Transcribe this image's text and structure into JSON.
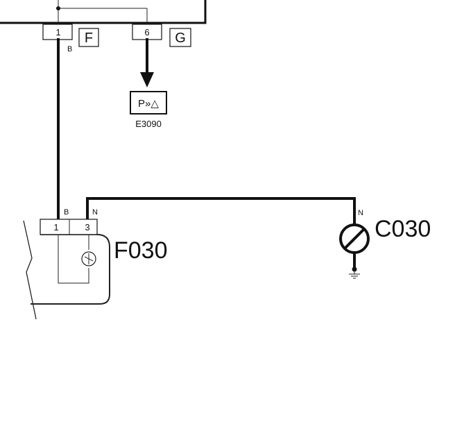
{
  "diagram": {
    "upper_unit": {
      "pins": [
        {
          "number": "1",
          "connector": "F",
          "wire_color": "B"
        },
        {
          "number": "6",
          "connector": "G"
        }
      ]
    },
    "indicator": {
      "symbol": "P»△",
      "ref": "E3090"
    },
    "switch": {
      "ref": "F030",
      "pins": [
        {
          "number": "1",
          "wire_color": "B"
        },
        {
          "number": "3",
          "wire_color": "N"
        }
      ]
    },
    "lamp": {
      "ref": "C030",
      "wire_color": "N"
    }
  }
}
